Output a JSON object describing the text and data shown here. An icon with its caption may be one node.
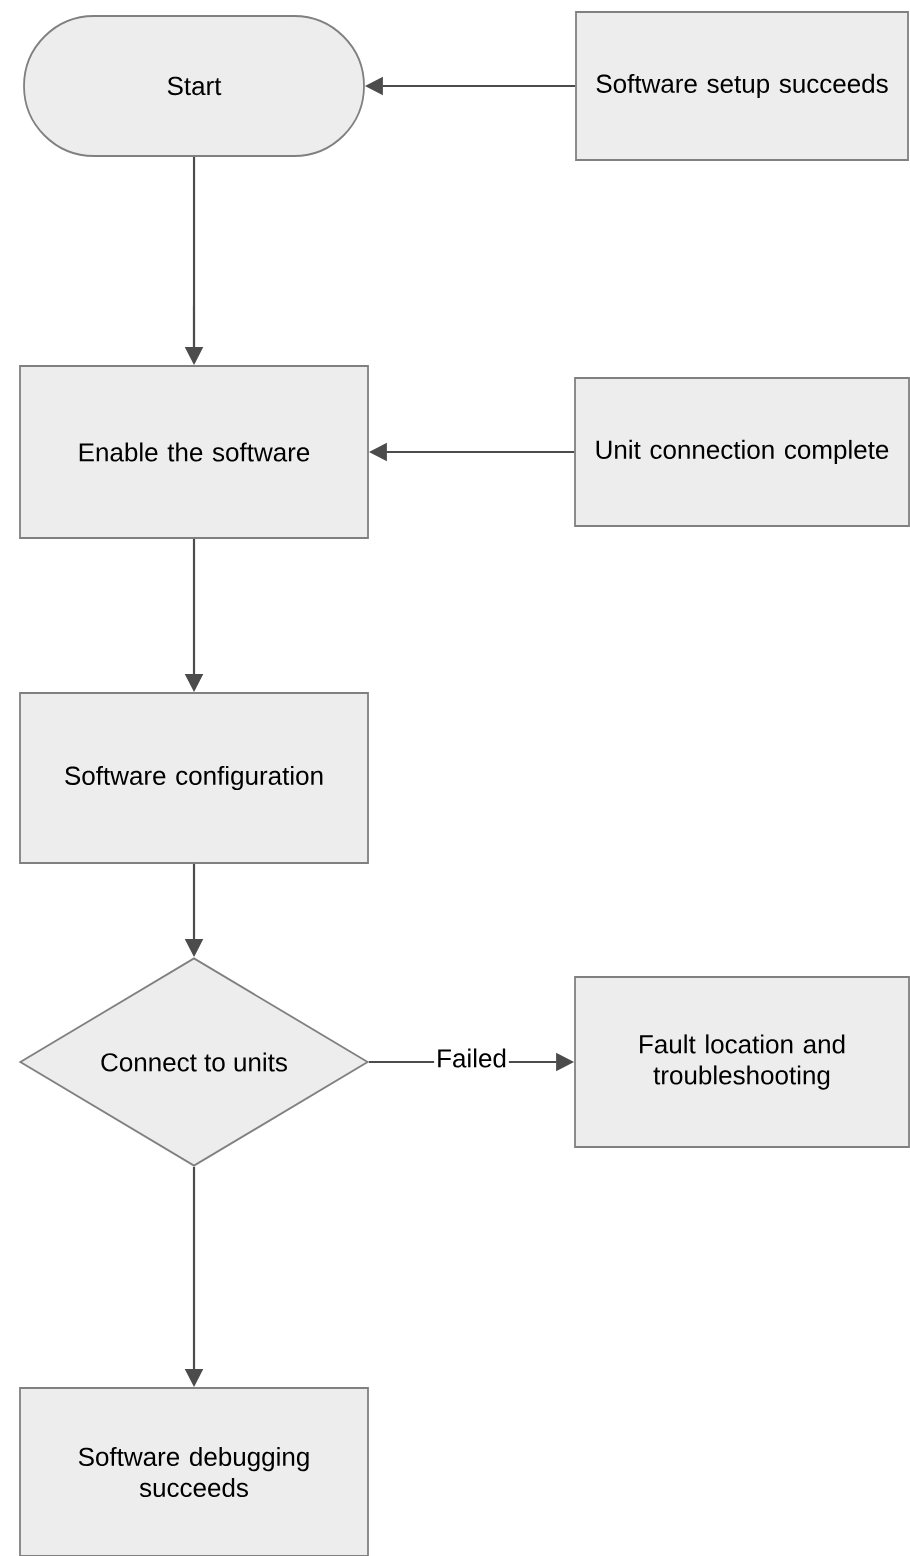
{
  "diagram": {
    "nodes": [
      {
        "text": [
          "Start"
        ]
      },
      {
        "text": [
          "Software setup succeeds"
        ]
      },
      {
        "text": [
          "Enable the software"
        ]
      },
      {
        "text": [
          "Unit connection complete"
        ]
      },
      {
        "text": [
          "Software configuration"
        ]
      },
      {
        "text": [
          "Connect to units"
        ]
      },
      {
        "text": [
          "Fault location and troubleshooting"
        ]
      },
      {
        "text": [
          "Software debugging succeeds"
        ]
      }
    ],
    "edges": [
      {
        "from": 1,
        "to": 0,
        "arrow": "to"
      },
      {
        "from": 0,
        "to": 2,
        "arrow": "to"
      },
      {
        "from": 3,
        "to": 2,
        "arrow": "to"
      },
      {
        "from": 2,
        "to": 4,
        "arrow": "to"
      },
      {
        "from": 4,
        "to": 5,
        "arrow": "to"
      },
      {
        "from": 5,
        "to": 6,
        "arrow": "to",
        "label": "Failed"
      },
      {
        "from": 5,
        "to": 7,
        "arrow": "to"
      }
    ]
  }
}
